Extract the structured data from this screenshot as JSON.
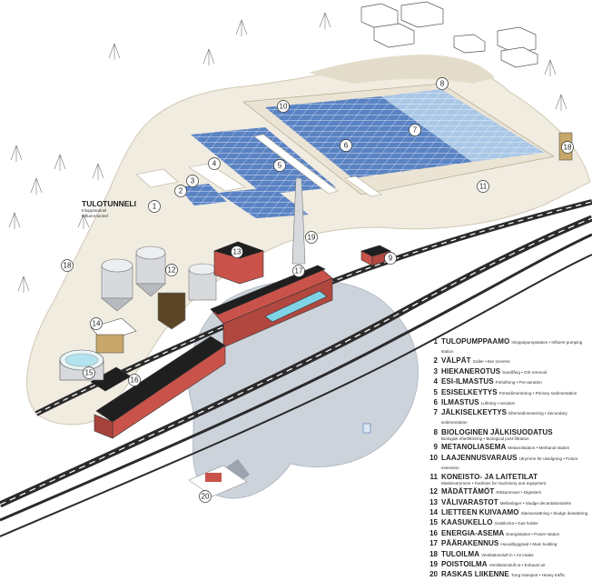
{
  "colors": {
    "background": "#ffffff",
    "ground": "#f1ece0",
    "ground_edge": "#cfc7b4",
    "pool_blue": "#5a83c4",
    "pool_light": "#a9c7e6",
    "rock_shadow": "#c9cfd7",
    "road": "#2b2b2b",
    "building_red": "#c9534a",
    "roof_black": "#1f1f1f",
    "tank_grey": "#d7d9dc",
    "digester_brown": "#5a4526",
    "water_cyan": "#7fd3e6"
  },
  "diagram": {
    "tunnel_label": {
      "fi": "TULOTUNNELI",
      "sv": "Inloppstunnel",
      "en": "Influent tunnel"
    },
    "callouts": [
      "1",
      "2",
      "3",
      "4",
      "5",
      "6",
      "7",
      "8",
      "9",
      "10",
      "11",
      "12",
      "13",
      "14",
      "15",
      "16",
      "17",
      "18",
      "19",
      "20"
    ]
  },
  "legend": [
    {
      "num": "1",
      "fi": "TULOPUMPPAAMO",
      "sub": "Inloppspumpstation • Influent pumping station"
    },
    {
      "num": "2",
      "fi": "VÄLPÄT",
      "sub": "Galler • Bar screens"
    },
    {
      "num": "3",
      "fi": "HIEKANEROTUS",
      "sub": "Sandfång • Grit removal"
    },
    {
      "num": "4",
      "fi": "ESI-ILMASTUS",
      "sub": "Förluftning • Pre-aeration"
    },
    {
      "num": "5",
      "fi": "ESISELKEYTYS",
      "sub": "Försedimentering • Primary sedimentation"
    },
    {
      "num": "6",
      "fi": "ILMASTUS",
      "sub": "Luftning • Aeration"
    },
    {
      "num": "7",
      "fi": "JÄLKISELKEYTYS",
      "sub": "Eftersedimentering • Secondary sedimentation"
    },
    {
      "num": "8",
      "fi": "BIOLOGINEN JÄLKISUODATUS",
      "sub2": "Biologisk efterfiltrering • Biological post-filtration"
    },
    {
      "num": "9",
      "fi": "METANOLIASEMA",
      "sub": "Metanolstation • Methanol station"
    },
    {
      "num": "10",
      "fi": "LAAJENNUSVARAUS",
      "sub": "Utrymme för utvidgning • Future extension"
    },
    {
      "num": "11",
      "fi": "KONEISTO- JA LAITETILAT",
      "sub2": "Maskinutrymme • Facilities for machinery and equipment"
    },
    {
      "num": "12",
      "fi": "MÄDÄTTÄMÖT",
      "sub": "Rötkammare • Digesters"
    },
    {
      "num": "13",
      "fi": "VÄLIVARASTOT",
      "sub": "Mellanlager • Sludge decantationtanks"
    },
    {
      "num": "14",
      "fi": "LIETTEEN KUIVAAMO",
      "sub": "Slamavvattning • Sludge dewatering"
    },
    {
      "num": "15",
      "fi": "KAASUKELLO",
      "sub": "Gasklocka • Gas holder"
    },
    {
      "num": "16",
      "fi": "ENERGIA-ASEMA",
      "sub": "Energistation • Power station"
    },
    {
      "num": "17",
      "fi": "PÄÄRAKENNUS",
      "sub": "Huvudbyggnad • Main building"
    },
    {
      "num": "18",
      "fi": "TULOILMA",
      "sub": "Ventilationsluft in • Air intake"
    },
    {
      "num": "19",
      "fi": "POISTOILMA",
      "sub": "Ventilationsluft ut • Exhaust air"
    },
    {
      "num": "20",
      "fi": "RASKAS LIIKENNE",
      "sub": "Tung transport • Heavy traffic"
    }
  ]
}
